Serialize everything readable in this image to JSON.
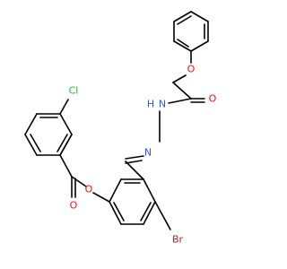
{
  "colors": {
    "bond": "#000000",
    "O": "#ff0d0d",
    "N": "#3050f8",
    "Cl": "#1fbf1f",
    "Br": "#a62929"
  },
  "atoms": {
    "o_ether": "O",
    "o_amide": "O",
    "n_hn": "H",
    "n_h_n": "N",
    "n_n2": "N",
    "o_ester_ring": "O",
    "o_ester_carbonyl": "O",
    "cl": "Cl",
    "br": "Br"
  }
}
